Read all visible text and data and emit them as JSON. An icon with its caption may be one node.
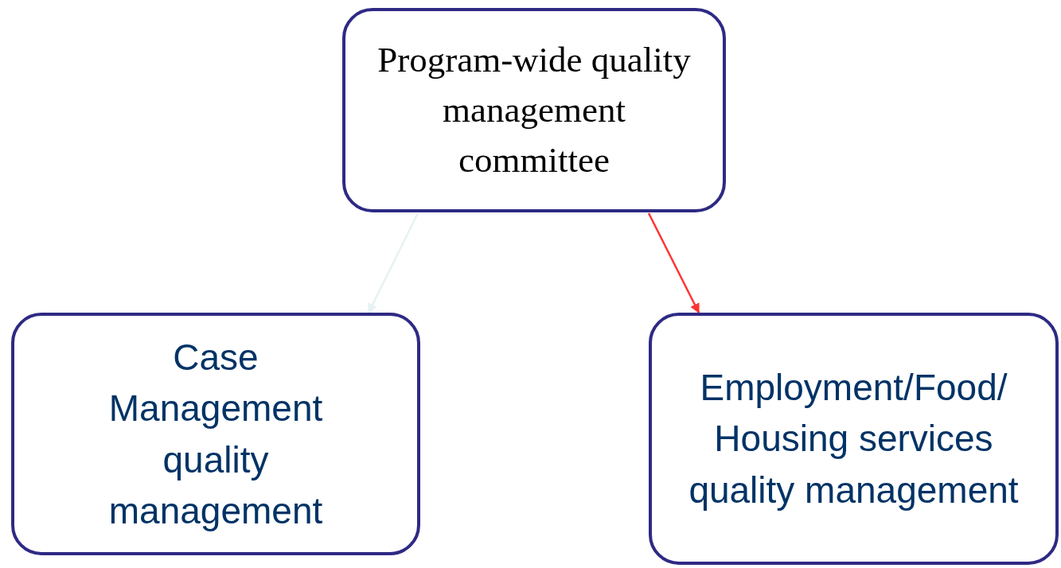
{
  "diagram": {
    "nodes": [
      {
        "text": [
          "Program-wide quality management committee"
        ]
      },
      {
        "text": [
          "Case Management quality management"
        ]
      },
      {
        "text": [
          "Employment/Food/ Housing services quality management"
        ]
      }
    ],
    "edges": [
      {
        "from": 0,
        "to": 1,
        "arrow": "to",
        "color": "#e6f2f2"
      },
      {
        "from": 0,
        "to": 2,
        "arrow": "to",
        "color": "#ff3333"
      }
    ]
  }
}
